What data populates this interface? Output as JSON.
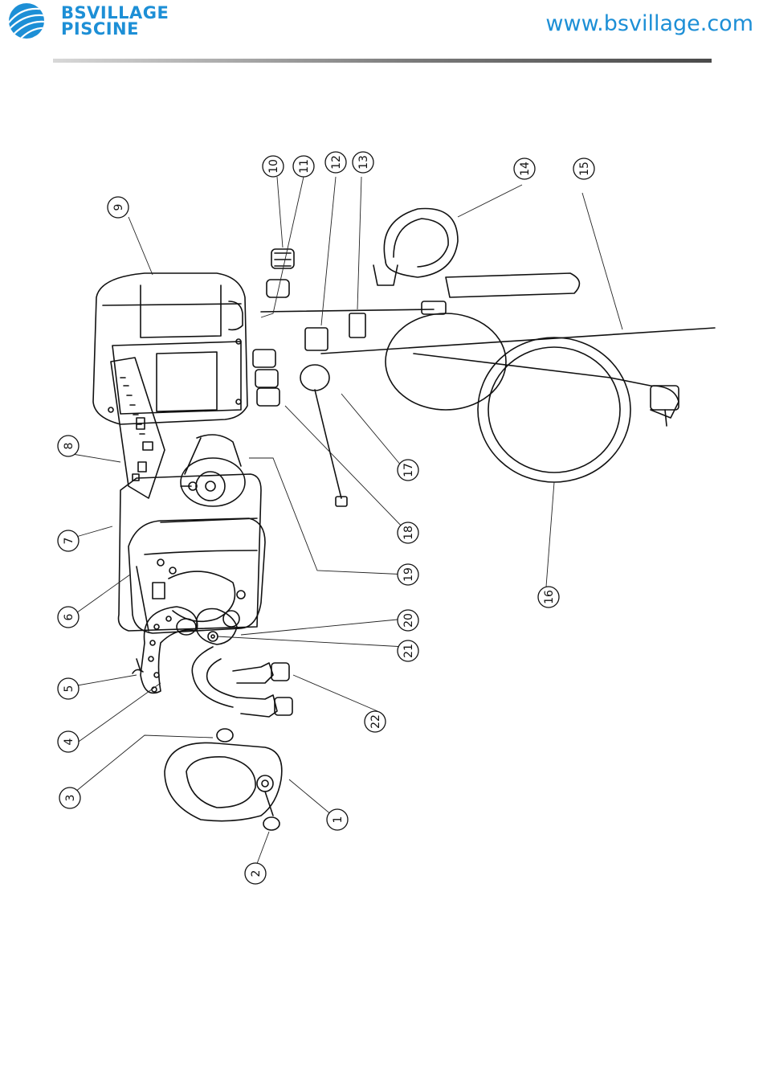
{
  "header": {
    "brand_line1": "BSVILLAGE",
    "brand_line2": "PISCINE",
    "website": "www.bsvillage.com",
    "brand_color": "#1d8fd6"
  },
  "diagram": {
    "callouts": [
      "1",
      "2",
      "3",
      "4",
      "5",
      "6",
      "7",
      "8",
      "9",
      "10",
      "11",
      "12",
      "13",
      "14",
      "15",
      "16",
      "17",
      "18",
      "19",
      "20",
      "21",
      "22"
    ]
  }
}
